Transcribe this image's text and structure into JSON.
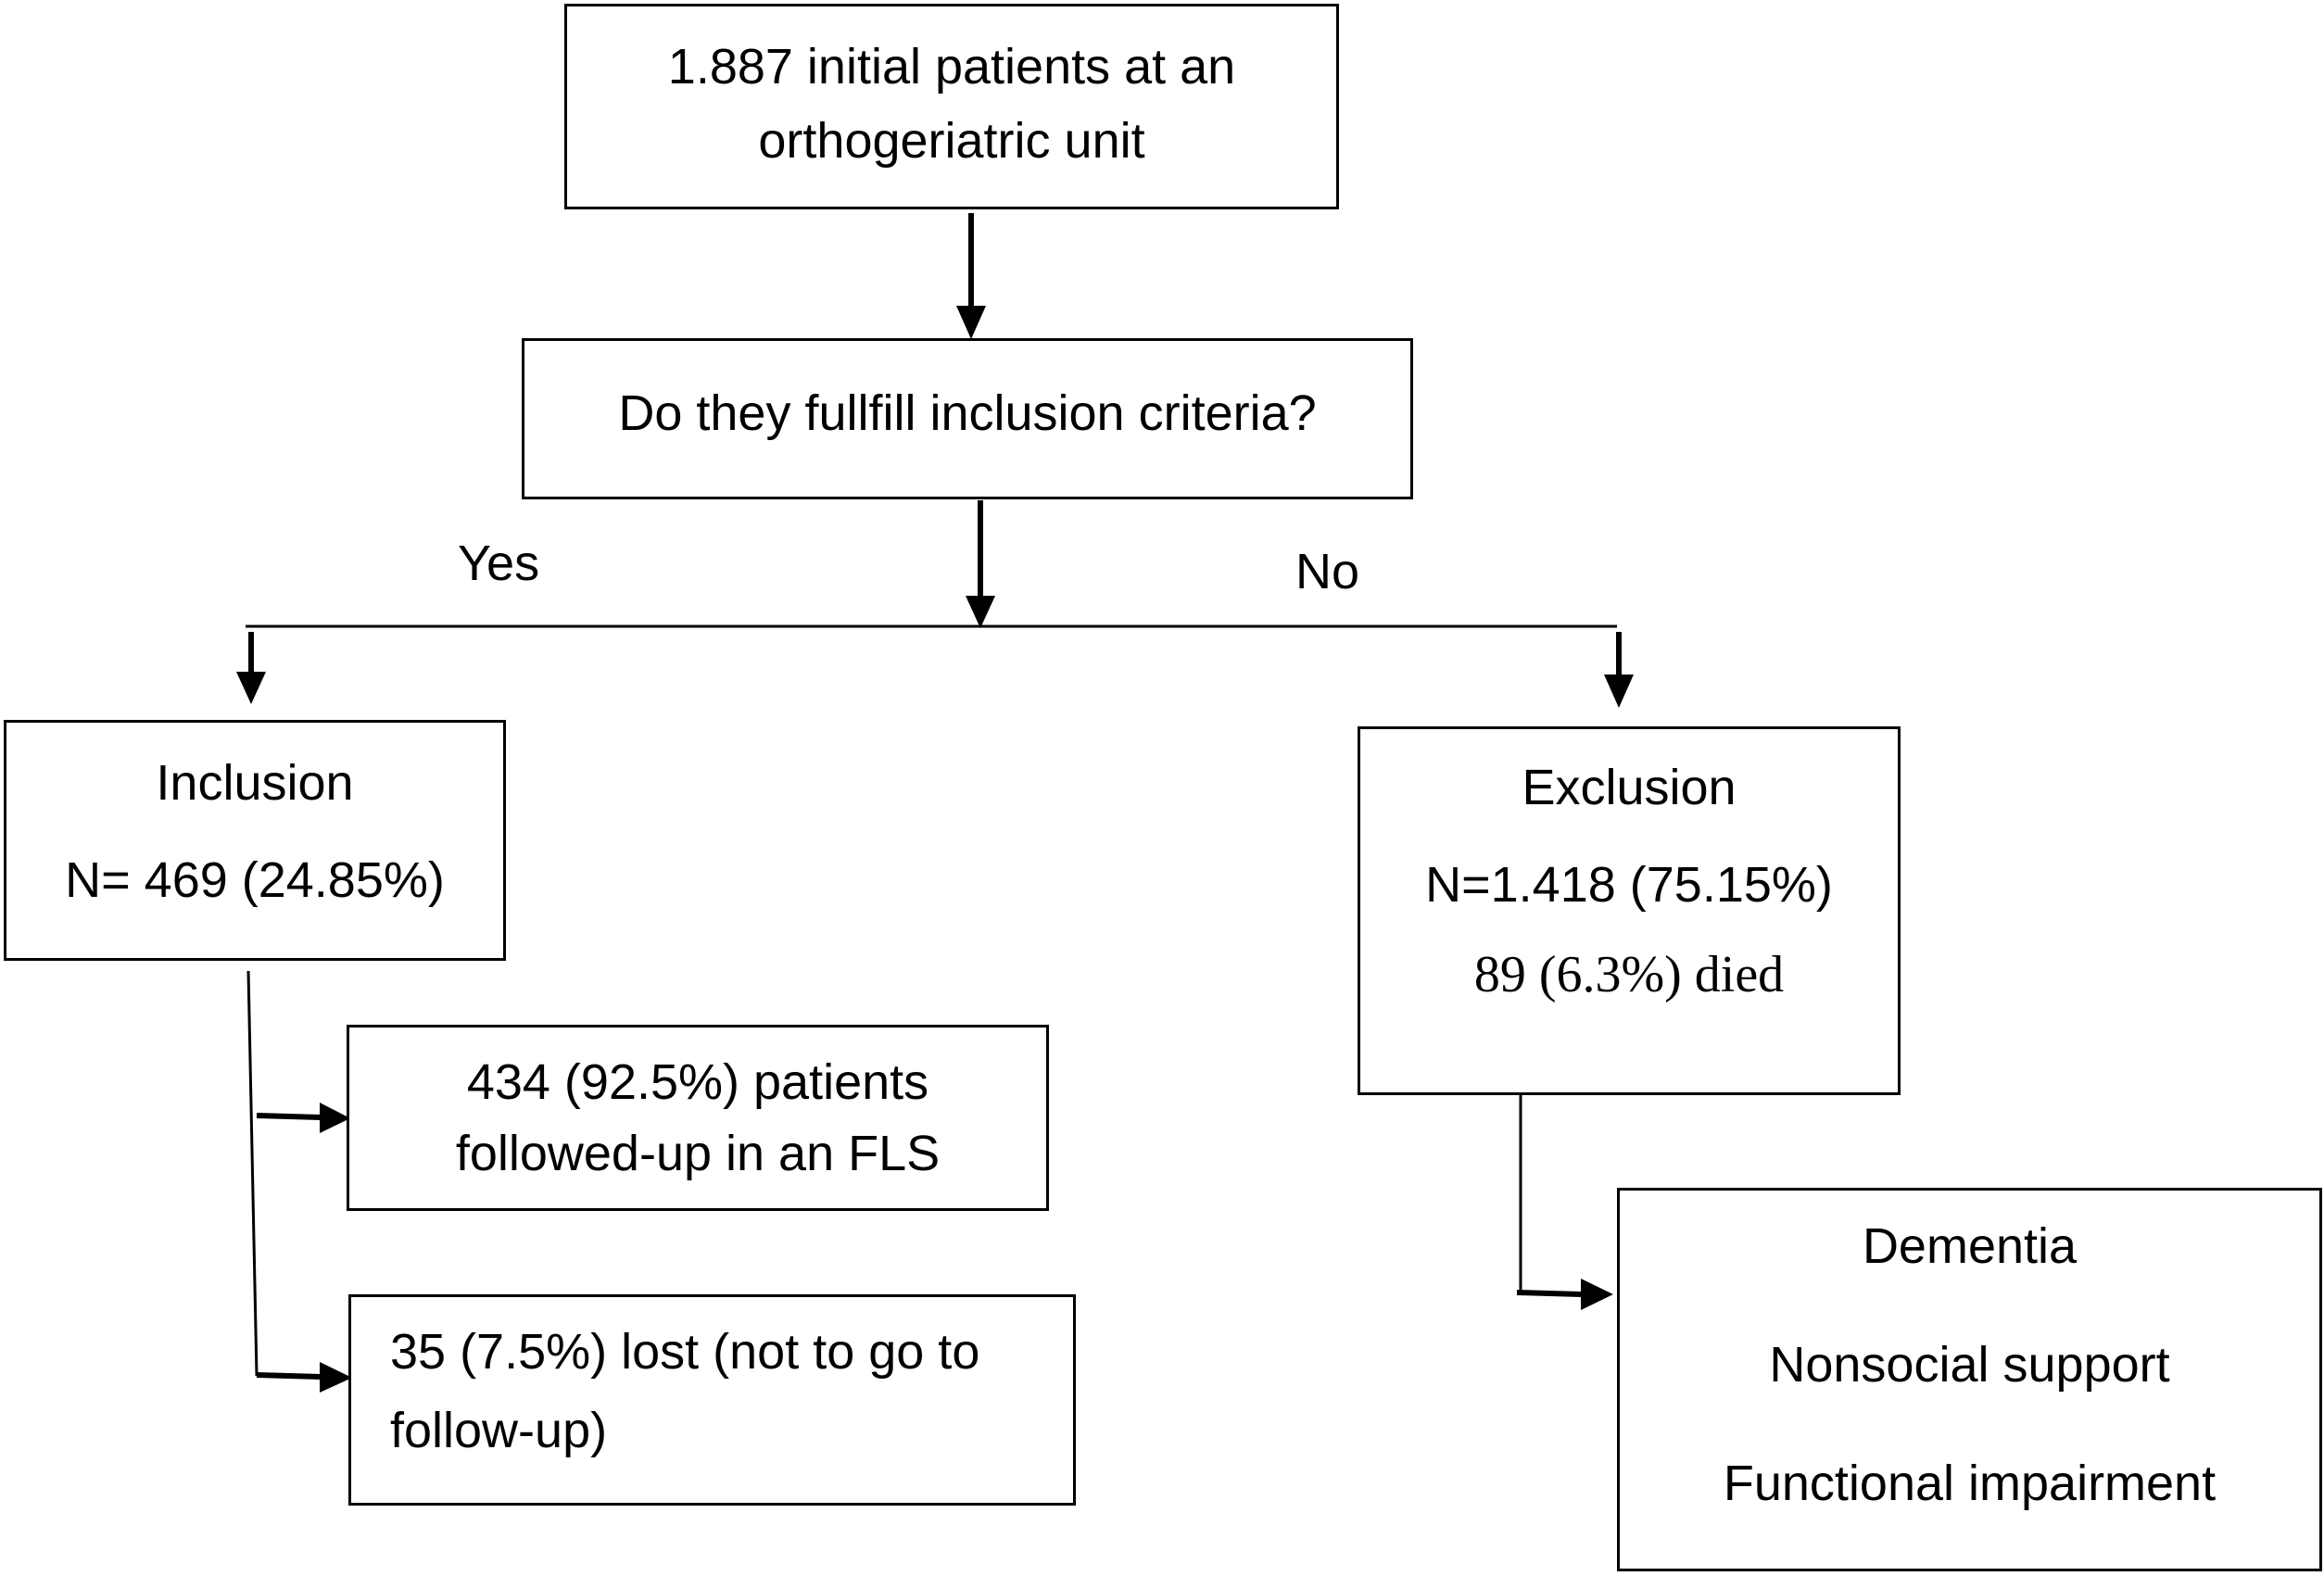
{
  "nodes": {
    "initial": {
      "lines": [
        "1.887 initial patients at an",
        "orthogeriatric unit"
      ]
    },
    "question": {
      "text": "Do they fullfill inclusion criteria?"
    },
    "inclusion": {
      "title": "Inclusion",
      "count": "N= 469 (24.85%)"
    },
    "exclusion": {
      "title": "Exclusion",
      "count": "N=1.418 (75.15%)",
      "died": "89 (6.3%) died"
    },
    "followed": {
      "lines": [
        "434 (92.5%) patients",
        "followed-up in an FLS"
      ]
    },
    "lost": {
      "lines": [
        "35 (7.5%) lost (not to go to",
        "follow-up)"
      ]
    },
    "reasons": {
      "items": [
        "Dementia",
        "Nonsocial support",
        "Functional impairment"
      ]
    }
  },
  "branch_labels": {
    "yes": "Yes",
    "no": "No"
  },
  "colors": {
    "stroke": "#000000",
    "background": "#ffffff"
  }
}
